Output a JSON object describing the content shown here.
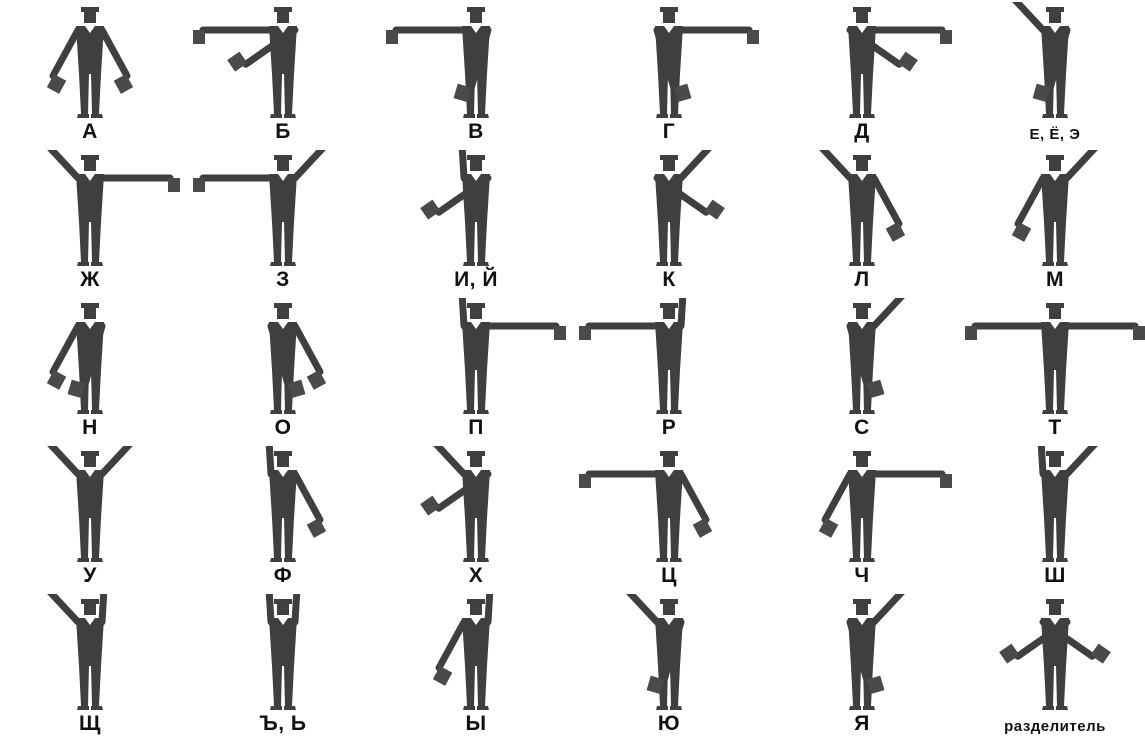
{
  "title": "",
  "figure_color": "#3f3f3f",
  "flag_color": "#4a4a4a",
  "signals": [
    {
      "label": "А",
      "left": "down-out",
      "right": "down-out"
    },
    {
      "label": "Б",
      "left": "horizontal",
      "right": "across-low"
    },
    {
      "label": "В",
      "left": "horizontal",
      "right": "across-down"
    },
    {
      "label": "Г",
      "left": "across-down",
      "right": "horizontal"
    },
    {
      "label": "Д",
      "left": "across-low",
      "right": "horizontal"
    },
    {
      "label": "Е, Ё, Э",
      "left": "up-out",
      "right": "across-down"
    },
    {
      "label": "Ж",
      "left": "up-out",
      "right": "horizontal"
    },
    {
      "label": "З",
      "left": "horizontal",
      "right": "up-out"
    },
    {
      "label": "И, Й",
      "left": "up",
      "right": "across-low"
    },
    {
      "label": "К",
      "left": "across-low",
      "right": "up-out"
    },
    {
      "label": "Л",
      "left": "up-out",
      "right": "down-out"
    },
    {
      "label": "М",
      "left": "down-out",
      "right": "up-out"
    },
    {
      "label": "Н",
      "left": "down-out",
      "right": "across-down"
    },
    {
      "label": "О",
      "left": "across-down",
      "right": "down-out"
    },
    {
      "label": "П",
      "left": "up",
      "right": "horizontal"
    },
    {
      "label": "Р",
      "left": "horizontal",
      "right": "up"
    },
    {
      "label": "С",
      "left": "across-down",
      "right": "up-out"
    },
    {
      "label": "Т",
      "left": "horizontal",
      "right": "horizontal"
    },
    {
      "label": "У",
      "left": "up-out",
      "right": "up-out"
    },
    {
      "label": "Ф",
      "left": "up",
      "right": "down-out"
    },
    {
      "label": "Х",
      "left": "up-out",
      "right": "across-low"
    },
    {
      "label": "Ц",
      "left": "horizontal",
      "right": "down-out"
    },
    {
      "label": "Ч",
      "left": "down-out",
      "right": "horizontal"
    },
    {
      "label": "Ш",
      "left": "up",
      "right": "up-out"
    },
    {
      "label": "Щ",
      "left": "up-out",
      "right": "up"
    },
    {
      "label": "Ъ, Ь",
      "left": "up",
      "right": "up"
    },
    {
      "label": "Ы",
      "left": "down-out",
      "right": "up"
    },
    {
      "label": "Ю",
      "left": "up-out",
      "right": "across-down"
    },
    {
      "label": "Я",
      "left": "across-down",
      "right": "up-out"
    },
    {
      "label": "разделитель",
      "left": "across-low",
      "right": "across-low"
    }
  ]
}
